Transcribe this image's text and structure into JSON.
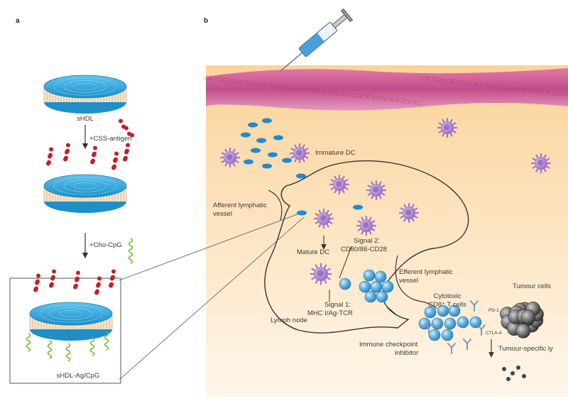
{
  "panel_a": {
    "letter": "a",
    "shdl_label": "sHDL",
    "step1_label": "+CSS-antigen",
    "step2_label": "+Cho-CpG",
    "final_label": "sHDL-Ag/CpG"
  },
  "panel_b": {
    "letter": "b",
    "immature_dc": "Immature DC",
    "afferent_line1": "Afferent lymphatic",
    "afferent_line2": "vessel",
    "mature_dc": "Mature DC",
    "signal2_line1": "Signal 2:",
    "signal2_line2": "CD80/86-CD28",
    "signal1_line1": "Signal 1:",
    "signal1_line2": "MHC I/Ag-TCR",
    "efferent_line1": "Efferent lymphatic",
    "efferent_line2": "vessel",
    "lymph_node": "Lymph node",
    "cytotoxic_line1": "Cytotoxic",
    "cytotoxic_line2": "CD8⁺ T cells",
    "tumour_cells": "Tumour cells",
    "pd1": "PD-1",
    "ctla4": "CTLA-4",
    "checkpoint_line1": "Immune checkpoint",
    "checkpoint_line2": "inhibitor",
    "tumour_lysis": "Tumour-specific ly"
  },
  "colors": {
    "tissue": "#fbdca8",
    "epidermis": "#c0508a",
    "nanodisc": "#2aa6d8",
    "antigen": "#c0202a",
    "cpg": "#7cc040",
    "dc": "#a377c9",
    "tcell": "#4fa7da",
    "tumour": "#555555"
  },
  "icons": [
    "syringe-icon",
    "dendritic-cell-icon",
    "t-cell-icon",
    "tumour-cell-icon",
    "antibody-icon",
    "nanodisc-icon"
  ]
}
